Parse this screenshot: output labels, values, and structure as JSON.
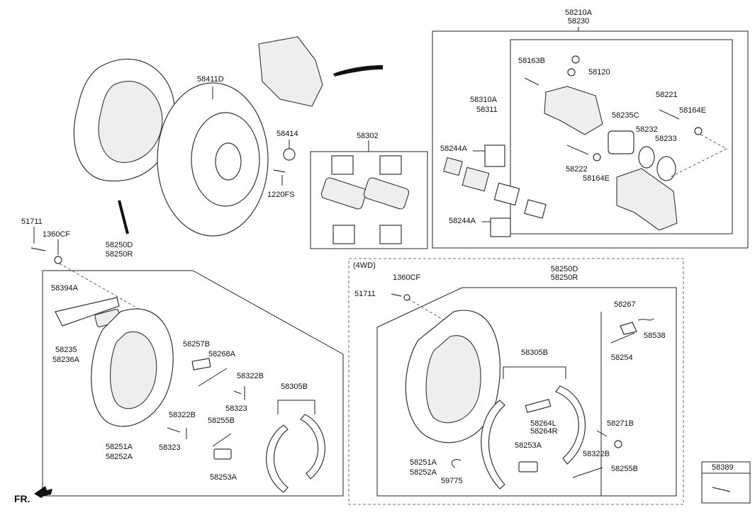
{
  "labels": {
    "l58210A": "58210A",
    "l58230": "58230",
    "l58163B": "58163B",
    "l58120": "58120",
    "l58310A": "58310A",
    "l58311": "58311",
    "l58221": "58221",
    "l58164E_top": "58164E",
    "l58235C": "58235C",
    "l58232": "58232",
    "l58233": "58233",
    "l58244A_top": "58244A",
    "l58222": "58222",
    "l58164E_bot": "58164E",
    "l58244A_bot": "58244A",
    "l58411D": "58411D",
    "l58414": "58414",
    "l1220FS": "1220FS",
    "l58302": "58302",
    "l51711_left": "51711",
    "l1360CF_left": "1360CF",
    "l58250D_left": "58250D",
    "l58250R_left": "58250R",
    "l58394A": "58394A",
    "l58235": "58235",
    "l58236A": "58236A",
    "l58257B": "58257B",
    "l58268A": "58268A",
    "l58322B_a": "58322B",
    "l58323_a": "58323",
    "l58305B_left": "58305B",
    "l58322B_b": "58322B",
    "l58323_b": "58323",
    "l58255B_left": "58255B",
    "l58251A_left": "58251A",
    "l58252A_left": "58252A",
    "l58253A_left": "58253A",
    "l4WD": "(4WD)",
    "l51711_right": "51711",
    "l1360CF_right": "1360CF",
    "l58250D_right": "58250D",
    "l58250R_right": "58250R",
    "l58267": "58267",
    "l58538": "58538",
    "l58254": "58254",
    "l58305B_right": "58305B",
    "l58264L": "58264L",
    "l58264R": "58264R",
    "l58271B": "58271B",
    "l58253A_right": "58253A",
    "l58322B_right": "58322B",
    "l58251A_right": "58251A",
    "l58252A_right": "58252A",
    "l58255B_right": "58255B",
    "l59775": "59775",
    "l58389": "58389",
    "lFR": "FR."
  }
}
